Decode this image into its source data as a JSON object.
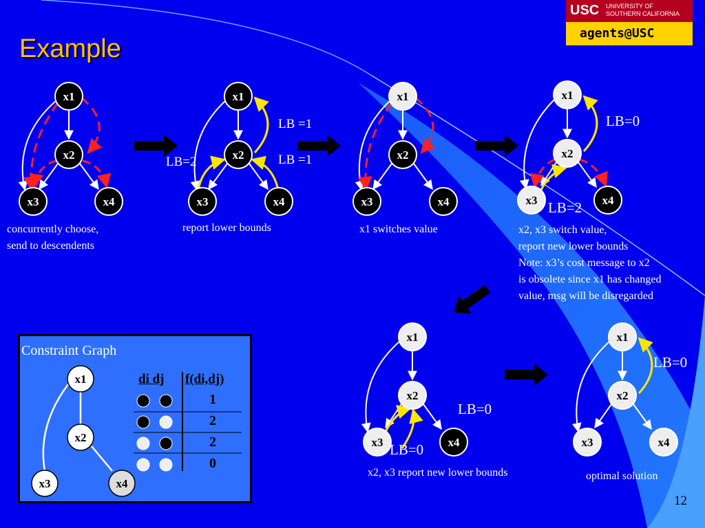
{
  "title": "Example",
  "logo": {
    "usc": "USC",
    "university_line1": "UNIVERSITY OF",
    "university_line2": "SOUTHERN CALIFORNIA",
    "agents": "agents@USC"
  },
  "page_number": "12",
  "nodes": {
    "x1": "x1",
    "x2": "x2",
    "x3": "x3",
    "x4": "x4"
  },
  "captions": {
    "step1_line1": "concurrently choose,",
    "step1_line2": "send to descendents",
    "step2": "report lower bounds",
    "step3": "x1 switches value",
    "step4_line1": "x2, x3 switch value,",
    "step4_line2": "report new lower bounds",
    "step4_line3": "Note: x3’s cost message to x2",
    "step4_line4": "is obsolete since x1 has changed",
    "step4_line5": "value, msg will be disregarded",
    "step5": "x2, x3 report new lower bounds",
    "step6": "optimal solution"
  },
  "bound_labels": {
    "s2_x1": "LB =1",
    "s2_x2": "LB =1",
    "s2_x3": "LB=2",
    "s4_x1": "LB=0",
    "s4_x3": "LB=2",
    "s5_x2": "LB=0",
    "s5_x3": "LB=0",
    "s6_x1": "LB=0"
  },
  "constraint_graph": {
    "label": "Constraint Graph",
    "header_di_dj": "di dj",
    "header_f": "f(di,dj)",
    "rows": [
      {
        "di": "black",
        "dj": "black",
        "f": "1"
      },
      {
        "di": "black",
        "dj": "white",
        "f": "2"
      },
      {
        "di": "white",
        "dj": "black",
        "f": "2"
      },
      {
        "di": "white",
        "dj": "white",
        "f": "0"
      }
    ]
  },
  "colors": {
    "background": "#0000ee",
    "title": "#ffc000",
    "value_msg_arrow": "#ff2020",
    "cost_msg_arrow": "#ffe600",
    "node_black": "#000000",
    "node_white": "#eeeeee"
  }
}
